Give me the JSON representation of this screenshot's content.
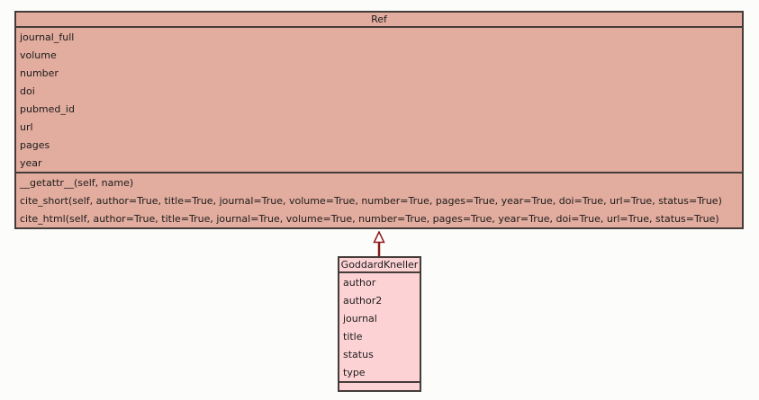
{
  "diagram": {
    "type": "uml-class-diagram",
    "colors": {
      "parent_fill": "#e2ac9e",
      "child_fill": "#fcd2d4",
      "box_border": "#443c38",
      "inheritance_arrow": "#8b1a1a",
      "text": "#1c1c1c",
      "background": "#fcfdfb"
    },
    "classes": [
      {
        "name": "Ref",
        "attributes": [
          "journal_full",
          "volume",
          "number",
          "doi",
          "pubmed_id",
          "url",
          "pages",
          "year"
        ],
        "methods": [
          "__getattr__(self, name)",
          "cite_short(self, author=True, title=True, journal=True, volume=True, number=True, pages=True, year=True, doi=True, url=True, status=True)",
          "cite_html(self, author=True, title=True, journal=True, volume=True, number=True, pages=True, year=True, doi=True, url=True, status=True)"
        ]
      },
      {
        "name": "GoddardKneller",
        "attributes": [
          "author",
          "author2",
          "journal",
          "title",
          "status",
          "type"
        ],
        "methods": []
      }
    ],
    "relationships": [
      {
        "type": "inheritance",
        "from": "GoddardKneller",
        "to": "Ref"
      }
    ]
  }
}
